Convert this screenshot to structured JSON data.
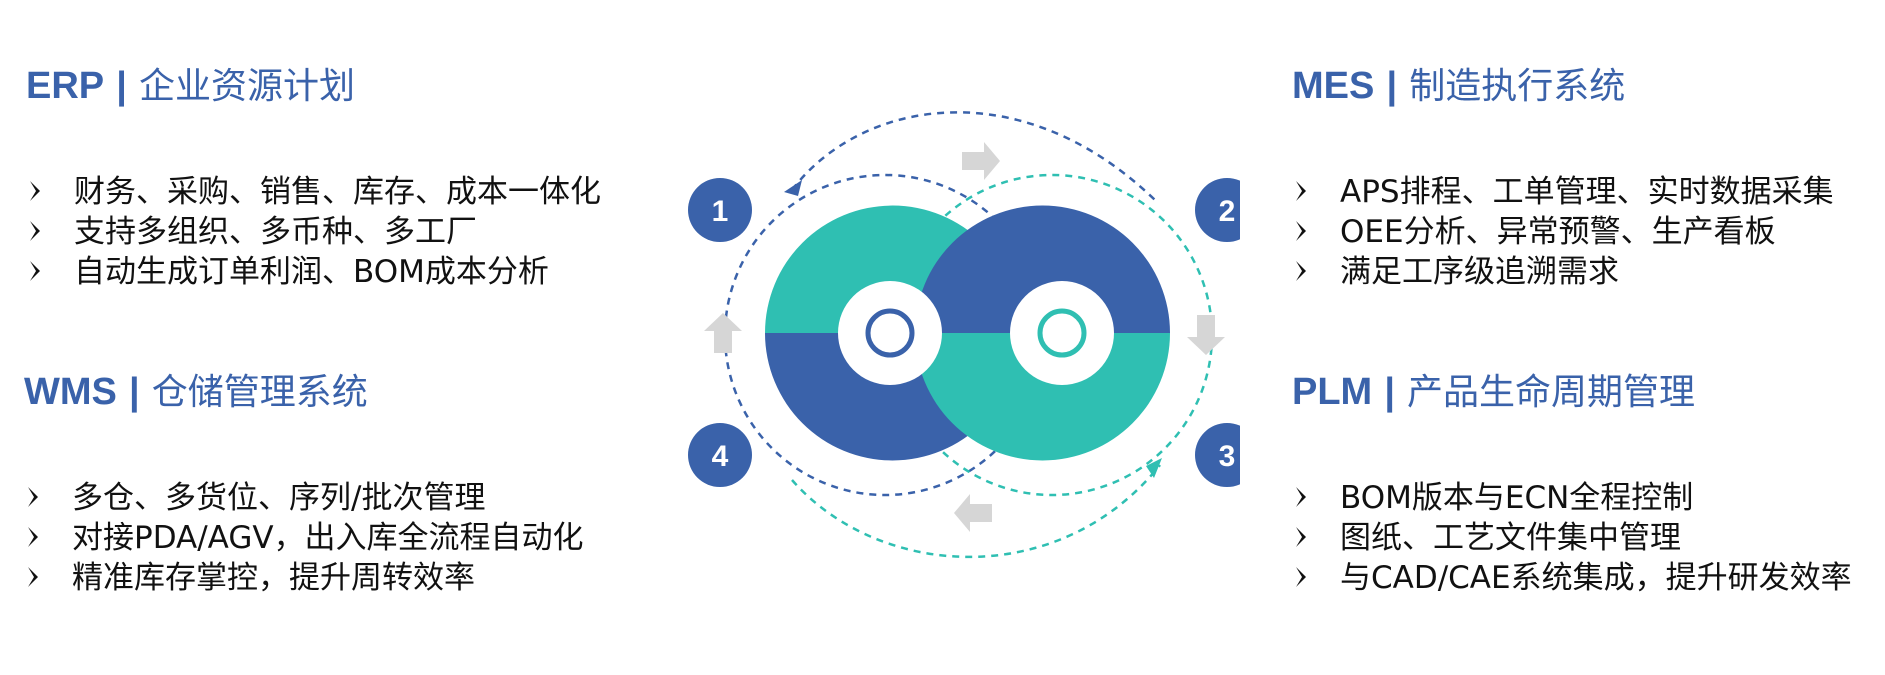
{
  "sections": {
    "erp": {
      "abbr": "ERP",
      "separator": "|",
      "title_cn": "企业资源计划",
      "items": [
        "财务、采购、销售、库存、成本一体化",
        "支持多组织、多币种、多工厂",
        "自动生成订单利润、BOM成本分析"
      ]
    },
    "mes": {
      "abbr": "MES",
      "separator": "|",
      "title_cn": "制造执行系统",
      "items": [
        "APS排程、工单管理、实时数据采集",
        "OEE分析、异常预警、生产看板",
        "满足工序级追溯需求"
      ]
    },
    "wms": {
      "abbr": "WMS",
      "separator": "|",
      "title_cn": "仓储管理系统",
      "items": [
        "多仓、多货位、序列/批次管理",
        "对接PDA/AGV，出入库全流程自动化",
        "精准库存掌控，提升周转效率"
      ]
    },
    "plm": {
      "abbr": "PLM",
      "separator": "|",
      "title_cn": "产品生命周期管理",
      "items": [
        "BOM版本与ECN全程控制",
        "图纸、工艺文件集中管理",
        "与CAD/CAE系统集成，提升研发效率"
      ]
    }
  },
  "diagram": {
    "badges": [
      "1",
      "2",
      "3",
      "4"
    ],
    "colors": {
      "blue": "#3a62aa",
      "teal": "#2fbfb2",
      "arrow_gray": "#d6d6d6"
    }
  }
}
